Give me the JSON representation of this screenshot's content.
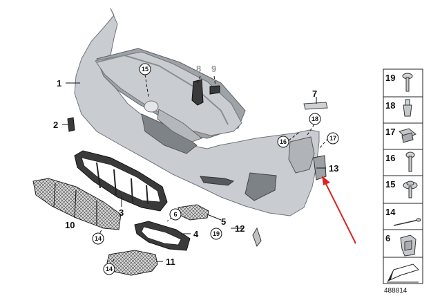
{
  "callouts": {
    "c1": "1",
    "c2": "2",
    "c3": "3",
    "c4": "4",
    "c5": "5",
    "c7": "7",
    "c8": "8",
    "c9": "9",
    "c10": "10",
    "c11": "11",
    "c12": "12",
    "c13": "13"
  },
  "circled": {
    "c15": "15",
    "c18": "18",
    "c16": "16",
    "c17": "17",
    "c6": "6",
    "c19": "19",
    "c14a": "14",
    "c14b": "14"
  },
  "sidebar": {
    "items": [
      "19",
      "18",
      "17",
      "16",
      "15",
      "14",
      "6"
    ]
  },
  "reference_number": "488814",
  "colors": {
    "bumper": "#c9ccd0",
    "arrow": "#e02020",
    "inactive_label": "#9a9a9a"
  }
}
